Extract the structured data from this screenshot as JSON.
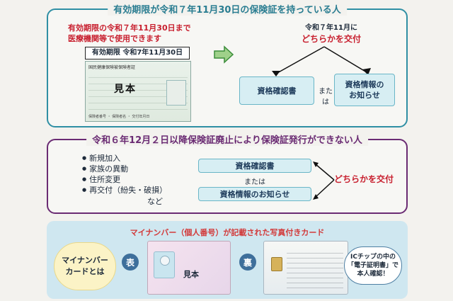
{
  "section1": {
    "title": "有効期限が令和７年11月30日の保険証を持っている人",
    "warn_line1": "有効期限の令和７年11月30日まで",
    "warn_line2": "医療機関等で使用できます",
    "card_label": "有効期限 令和7年11月30日",
    "card_header": "国民健康保険被保険者証",
    "card_sample": "見本",
    "card_footer": "保険者番号 ・ 保険者名 ・ 交付年月日",
    "right_line1": "令和７年11月に",
    "right_line2": "どちらかを交付",
    "box1": "資格確認書",
    "or": "または",
    "box2_line1": "資格情報の",
    "box2_line2": "お知らせ"
  },
  "section2": {
    "title": "令和６年12月２日以降保険証廃止により保険証発行ができない人",
    "items": [
      "新規加入",
      "家族の異動",
      "住所変更",
      "再交付（紛失・破損）"
    ],
    "etc": "など",
    "box1": "資格確認書",
    "or": "または",
    "box2": "資格情報のお知らせ",
    "right": "どちらかを交付"
  },
  "section3": {
    "title": "マイナンバー（個人番号）が記載された写真付きカード",
    "what_line1": "マイナンバー",
    "what_line2": "カードとは",
    "front": "表",
    "back": "裏",
    "front_sample": "見本",
    "ic_line1": "ICチップの中の",
    "ic_line2": "「電子証明書」で",
    "ic_line3": "本人確認！"
  },
  "colors": {
    "teal": "#2f8fa4",
    "purple": "#6a2b73",
    "red": "#c8202f",
    "light_blue": "#cfe7f0"
  }
}
